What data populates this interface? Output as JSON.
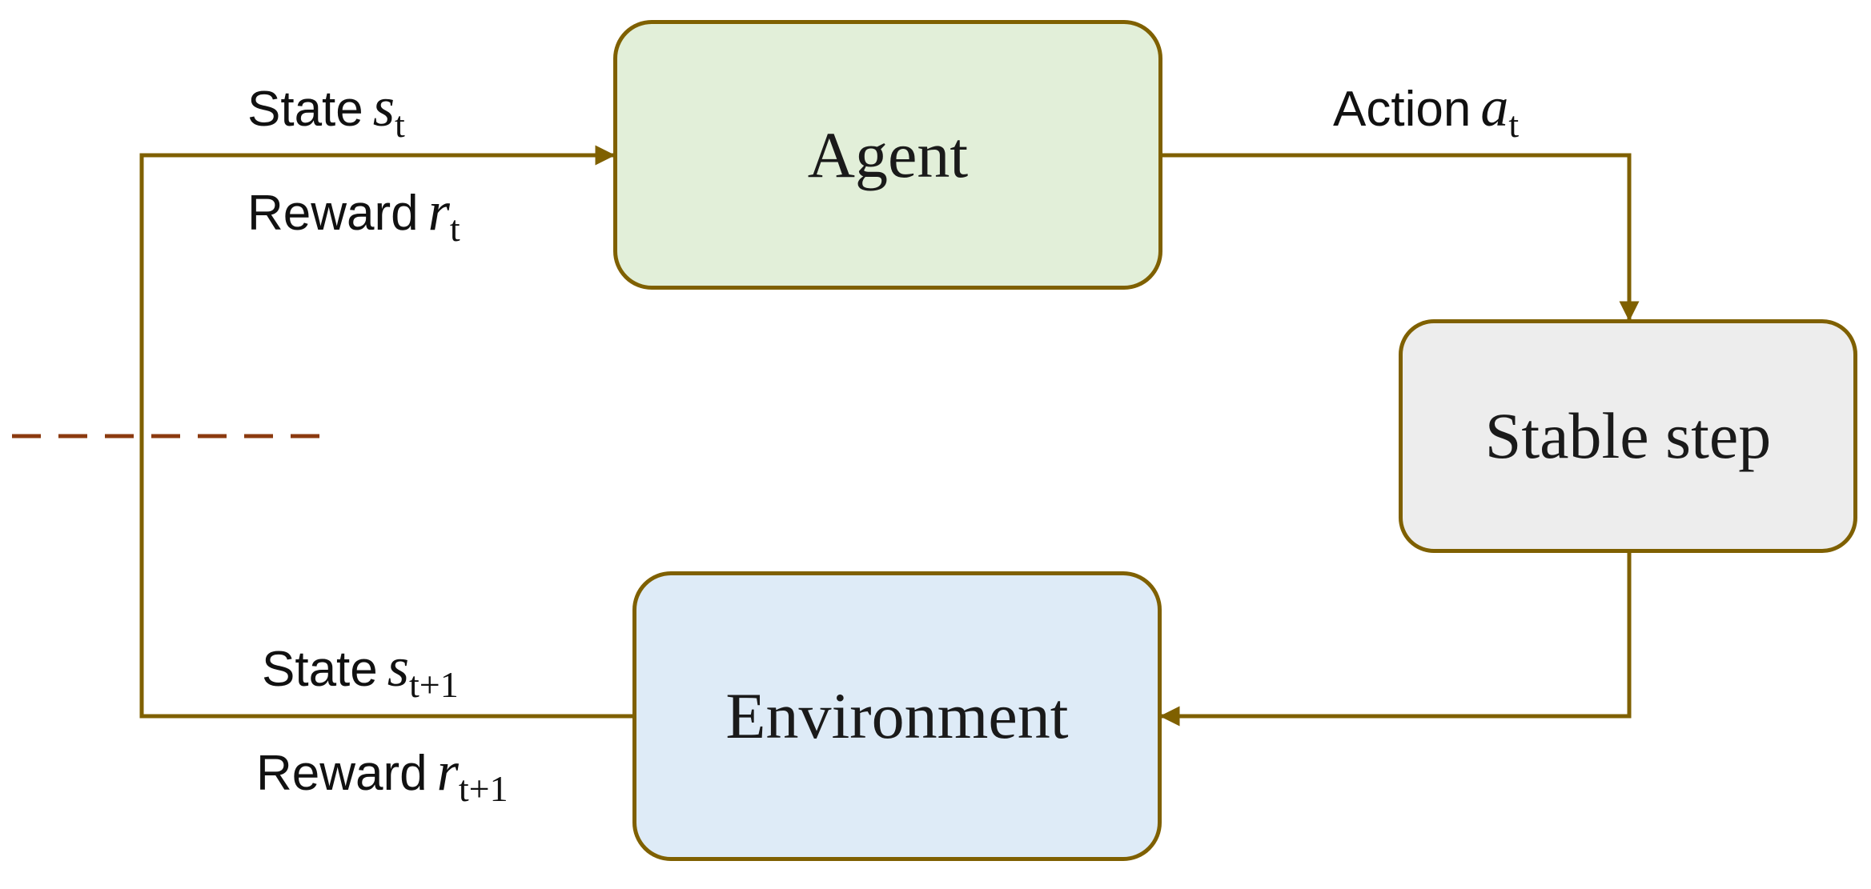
{
  "nodes": {
    "agent": "Agent",
    "stable_step": "Stable step",
    "environment": "Environment"
  },
  "edges": {
    "state_t": {
      "word": "State",
      "symbol": "s",
      "sub": "t"
    },
    "reward_t": {
      "word": "Reward",
      "symbol": "r",
      "sub": "t"
    },
    "action_t": {
      "word": "Action",
      "symbol": "a",
      "sub": "t"
    },
    "state_t1": {
      "word": "State",
      "symbol": "s",
      "sub": "t+1"
    },
    "reward_t1": {
      "word": "Reward",
      "symbol": "r",
      "sub": "t+1"
    }
  },
  "colors": {
    "connector": "#7f6000",
    "separator": "#8b3a0f",
    "agent_fill": "#e2efd9",
    "stable_fill": "#ededed",
    "environment_fill": "#deebf7"
  }
}
